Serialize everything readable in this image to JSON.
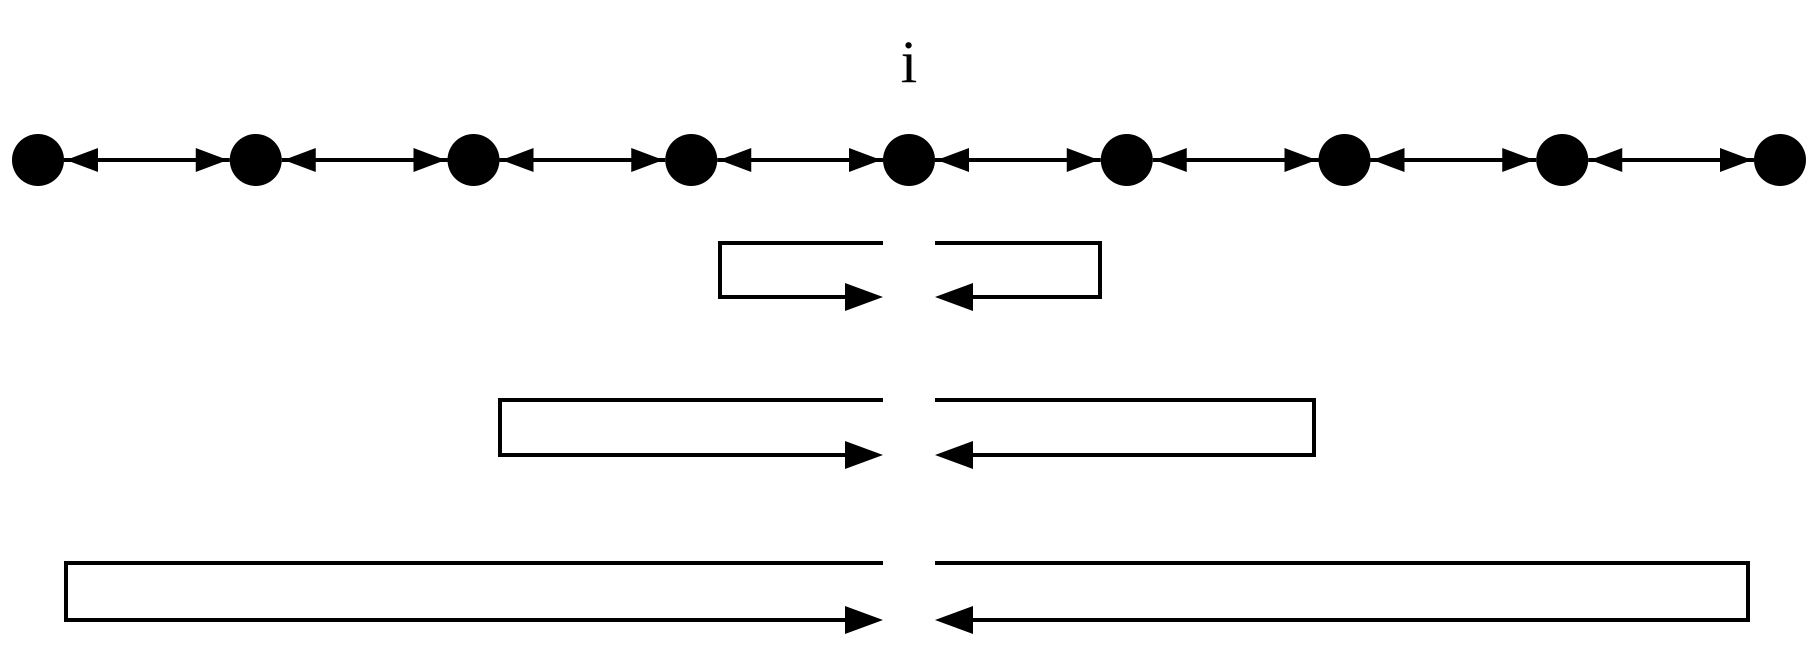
{
  "diagram": {
    "center_label": "i",
    "node_count": 9,
    "colors": {
      "ink": "#000000",
      "background": "#ffffff"
    },
    "chain": {
      "description_icon": "bidirectional-arrow-chain",
      "links": 8
    },
    "loops": [
      {
        "name": "inner-loop",
        "level": 1
      },
      {
        "name": "middle-loop",
        "level": 2
      },
      {
        "name": "outer-loop",
        "level": 3
      }
    ]
  }
}
